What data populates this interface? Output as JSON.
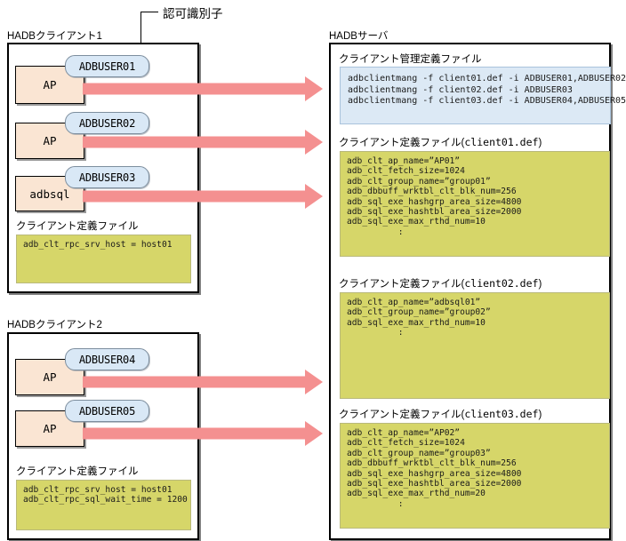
{
  "callout": {
    "label": "認可識別子"
  },
  "clients": [
    {
      "title": "HADBクライアント1",
      "processes": [
        {
          "name": "AP",
          "user": "ADBUSER01"
        },
        {
          "name": "AP",
          "user": "ADBUSER02"
        },
        {
          "name": "adbsql",
          "user": "ADBUSER03"
        }
      ],
      "def_file_label": "クライアント定義ファイル",
      "def_file_lines": "adb_clt_rpc_srv_host = host01"
    },
    {
      "title": "HADBクライアント2",
      "processes": [
        {
          "name": "AP",
          "user": "ADBUSER04"
        },
        {
          "name": "AP",
          "user": "ADBUSER05"
        }
      ],
      "def_file_label": "クライアント定義ファイル",
      "def_file_lines": "adb_clt_rpc_srv_host = host01\nadb_clt_rpc_sql_wait_time = 1200"
    }
  ],
  "server": {
    "title": "HADBサーバ",
    "management_file": {
      "label": "クライアント管理定義ファイル",
      "lines": "adbclientmang -f client01.def -i ADBUSER01,ADBUSER02\nadbclientmang -f client02.def -i ADBUSER03\nadbclientmang -f client03.def -i ADBUSER04,ADBUSER05"
    },
    "definition_files": [
      {
        "label_prefix": "クライアント定義ファイル(",
        "label_file": "client01.def",
        "label_suffix": ")",
        "lines": "adb_clt_ap_name=”AP01”\nadb_clt_fetch_size=1024\nadb_clt_group_name=”group01”\nadb_dbbuff_wrktbl_clt_blk_num=256\nadb_sql_exe_hashgrp_area_size=4800\nadb_sql_exe_hashtbl_area_size=2000\nadb_sql_exe_max_rthd_num=10\n          :"
      },
      {
        "label_prefix": "クライアント定義ファイル(",
        "label_file": "client02.def",
        "label_suffix": ")",
        "lines": "adb_clt_ap_name=”adbsql01”\nadb_clt_group_name=”group02”\nadb_sql_exe_max_rthd_num=10\n          :"
      },
      {
        "label_prefix": "クライアント定義ファイル(",
        "label_file": "client03.def",
        "label_suffix": ")",
        "lines": "adb_clt_ap_name=”AP02”\nadb_clt_fetch_size=1024\nadb_clt_group_name=”group03”\nadb_dbbuff_wrktbl_clt_blk_num=256\nadb_sql_exe_hashgrp_area_size=4800\nadb_sql_exe_hashtbl_area_size=2000\nadb_sql_exe_max_rthd_num=20\n          :"
      }
    ]
  },
  "colors": {
    "arrow": "#f49090",
    "process_box": "#fae5d3",
    "user_bubble": "#d9e8f6",
    "definition_pane": "#d6d669",
    "management_pane": "#dce9f5"
  }
}
